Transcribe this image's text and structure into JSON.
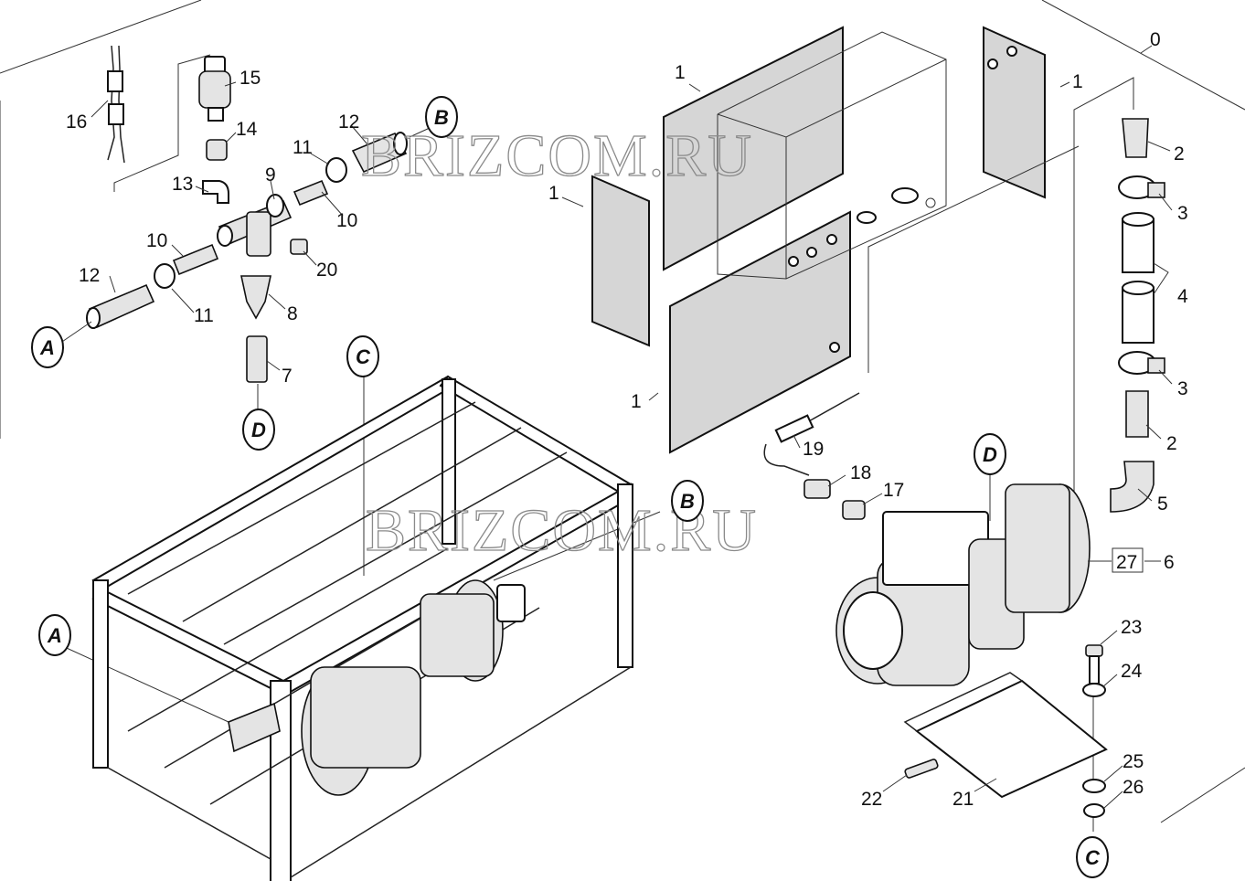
{
  "watermark": "BRIZCOM.RU",
  "part_numbers": [
    "0",
    "1",
    "2",
    "3",
    "4",
    "5",
    "6",
    "7",
    "8",
    "9",
    "10",
    "11",
    "12",
    "13",
    "14",
    "15",
    "16",
    "17",
    "18",
    "19",
    "20",
    "21",
    "22",
    "23",
    "24",
    "25",
    "26",
    "27"
  ],
  "reference_markers": [
    "A",
    "B",
    "C",
    "D"
  ],
  "colors": {
    "line": "#111111",
    "panel_fill": "#d6d6d6",
    "background": "#ffffff",
    "watermark": "#8a8a8a"
  }
}
